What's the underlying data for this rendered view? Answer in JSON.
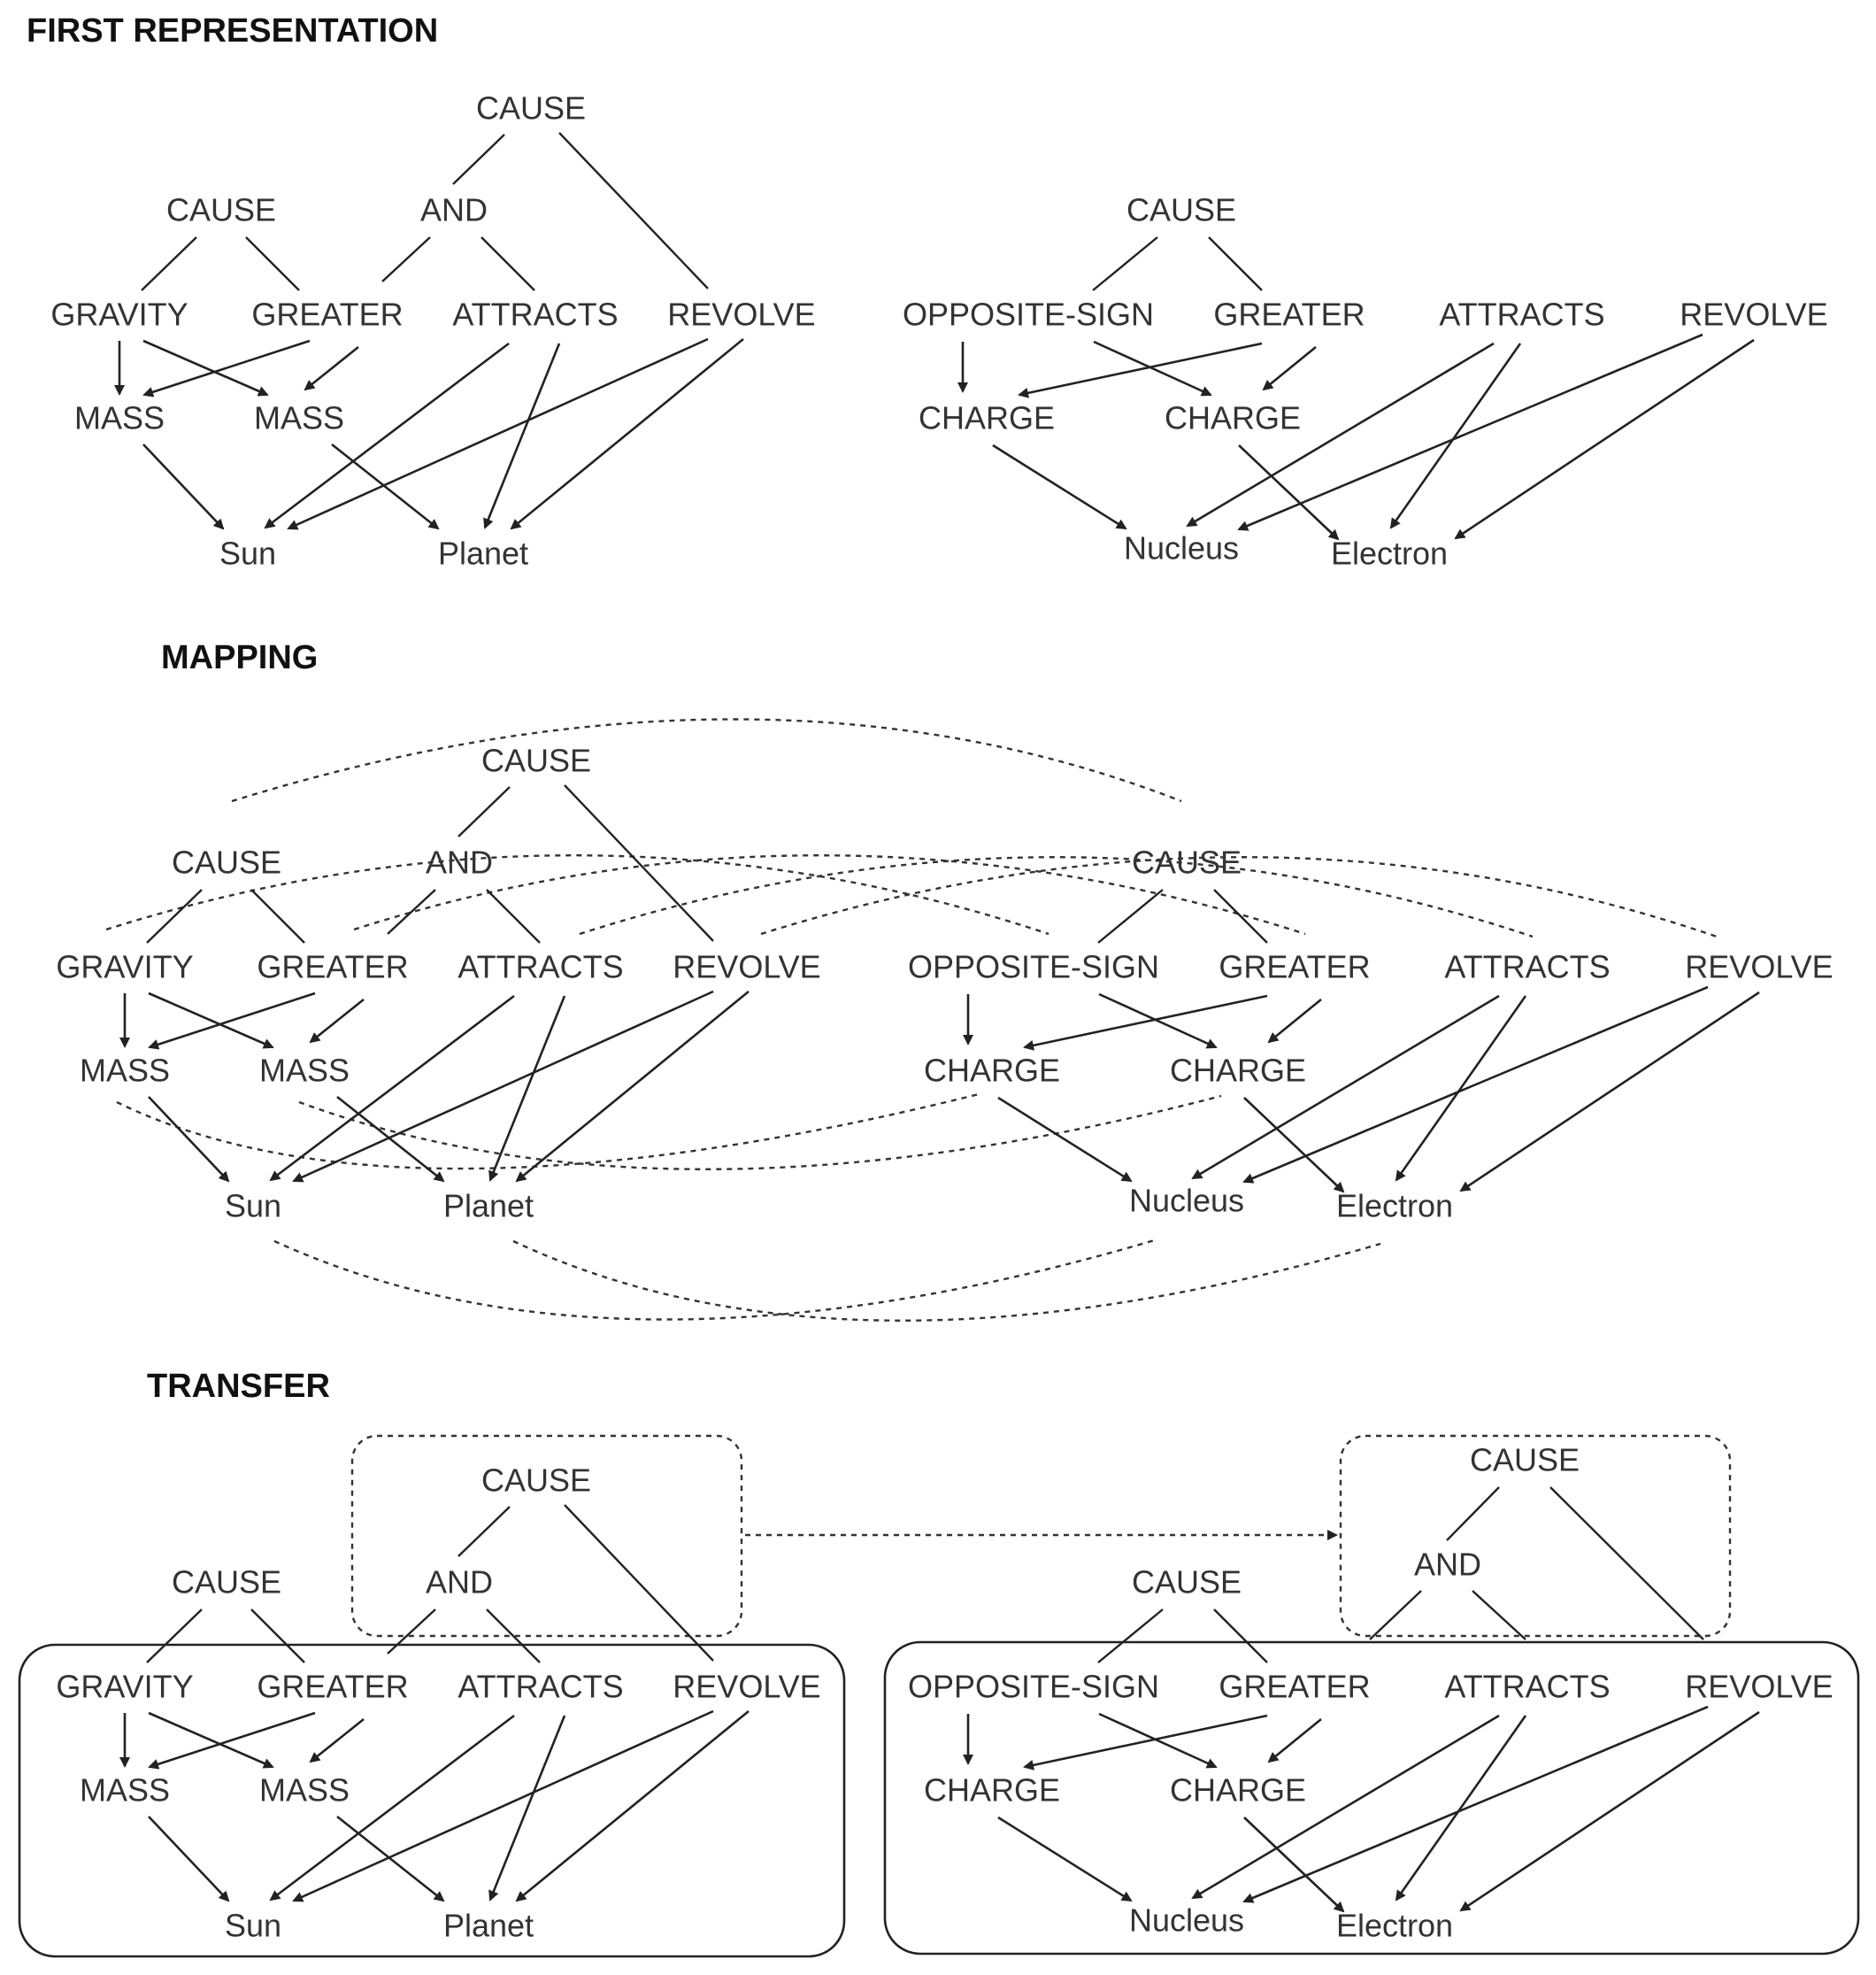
{
  "sections": {
    "first": "FIRST REPRESENTATION",
    "mapping": "MAPPING",
    "transfer": "TRANSFER"
  },
  "solar": {
    "top_cause": "CAUSE",
    "cause": "CAUSE",
    "and": "AND",
    "gravity": "GRAVITY",
    "greater": "GREATER",
    "attracts": "ATTRACTS",
    "revolve": "REVOLVE",
    "mass1": "MASS",
    "mass2": "MASS",
    "sun": "Sun",
    "planet": "Planet"
  },
  "atom": {
    "top_cause": "CAUSE",
    "cause": "CAUSE",
    "and": "AND",
    "opposite_sign": "OPPOSITE-SIGN",
    "greater": "GREATER",
    "attracts": "ATTRACTS",
    "revolve": "REVOLVE",
    "charge1": "CHARGE",
    "charge2": "CHARGE",
    "nucleus": "Nucleus",
    "electron": "Electron"
  }
}
